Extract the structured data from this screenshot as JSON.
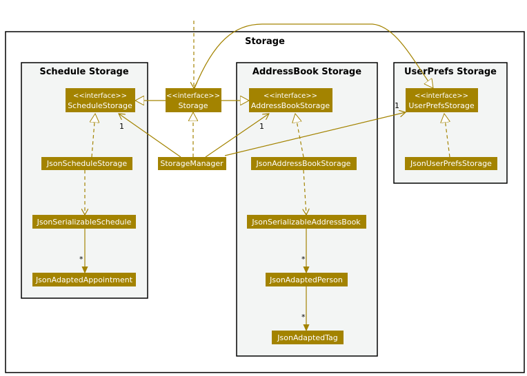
{
  "packages": {
    "outer": {
      "title": "Storage"
    },
    "schedule": {
      "title": "Schedule Storage"
    },
    "addressbook": {
      "title": "AddressBook Storage"
    },
    "userprefs": {
      "title": "UserPrefs Storage"
    }
  },
  "classes": {
    "storage": {
      "stereotype": "<<interface>>",
      "name": "Storage"
    },
    "schedule_storage": {
      "stereotype": "<<interface>>",
      "name": "ScheduleStorage"
    },
    "addressbook_storage": {
      "stereotype": "<<interface>>",
      "name": "AddressBookStorage"
    },
    "userprefs_storage": {
      "stereotype": "<<interface>>",
      "name": "UserPrefsStorage"
    },
    "storage_manager": {
      "name": "StorageManager"
    },
    "json_schedule_storage": {
      "name": "JsonScheduleStorage"
    },
    "json_serializable_schedule": {
      "name": "JsonSerializableSchedule"
    },
    "json_adapted_appointment": {
      "name": "JsonAdaptedAppointment"
    },
    "json_addressbook_storage": {
      "name": "JsonAddressBookStorage"
    },
    "json_serializable_addressbook": {
      "name": "JsonSerializableAddressBook"
    },
    "json_adapted_person": {
      "name": "JsonAdaptedPerson"
    },
    "json_adapted_tag": {
      "name": "JsonAdaptedTag"
    },
    "json_userprefs_storage": {
      "name": "JsonUserPrefsStorage"
    }
  },
  "multiplicities": {
    "schedule_storage": "1",
    "addressbook_storage": "1",
    "userprefs_storage": "1",
    "appointment": "*",
    "person": "*",
    "tag": "*"
  },
  "colors": {
    "class_fill": "#A38300",
    "line": "#A38300",
    "package_fill": "#F3F5F4",
    "border": "#000000"
  }
}
